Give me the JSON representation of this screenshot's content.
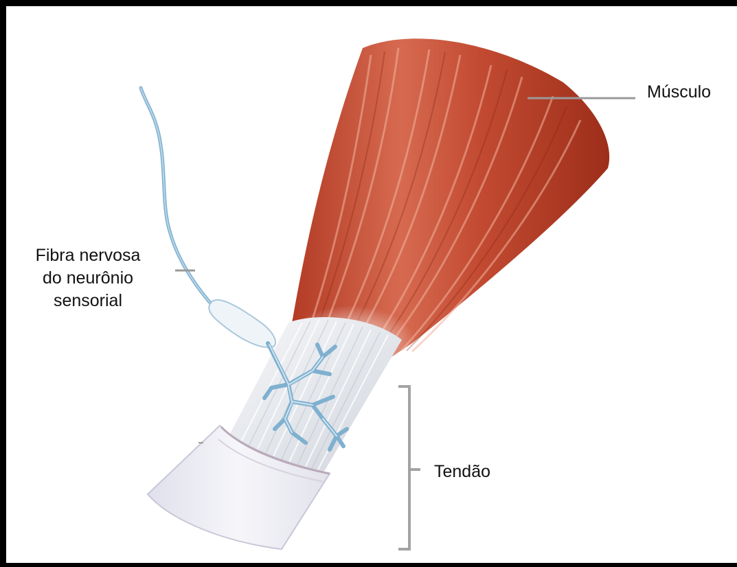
{
  "labels": {
    "muscle": "Músculo",
    "nerve_fiber": [
      "Fibra nervosa",
      "do neurônio",
      "sensorial"
    ],
    "tendon": "Tendão"
  },
  "colors": {
    "muscle_dark": "#a8331f",
    "muscle_mid": "#c8553d",
    "muscle_light": "#e39a84",
    "tendon": "#e9ecf0",
    "nerve": "#7fb0cf",
    "leader_line": "#9a9a9a",
    "bracket": "#a3a3a3",
    "frame": "#000000"
  }
}
